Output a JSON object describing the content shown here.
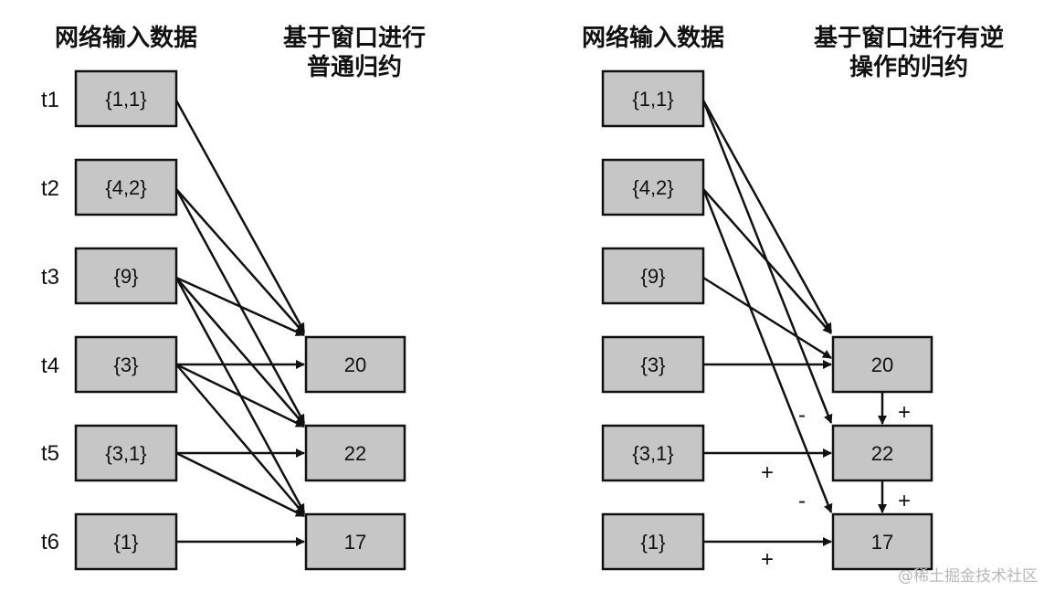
{
  "left_panel": {
    "header_input": "网络输入数据",
    "header_output_line1": "基于窗口进行",
    "header_output_line2": "普通归约"
  },
  "right_panel": {
    "header_input": "网络输入数据",
    "header_output_line1": "基于窗口进行有逆",
    "header_output_line2": "操作的归约"
  },
  "time_labels": [
    "t1",
    "t2",
    "t3",
    "t4",
    "t5",
    "t6"
  ],
  "input_values": [
    "{1,1}",
    "{4,2}",
    "{9}",
    "{3}",
    "{3,1}",
    "{1}"
  ],
  "output_values": [
    "20",
    "22",
    "17"
  ],
  "signs": {
    "plus": "+",
    "minus": "-"
  },
  "watermark": "@稀土掘金技术社区"
}
